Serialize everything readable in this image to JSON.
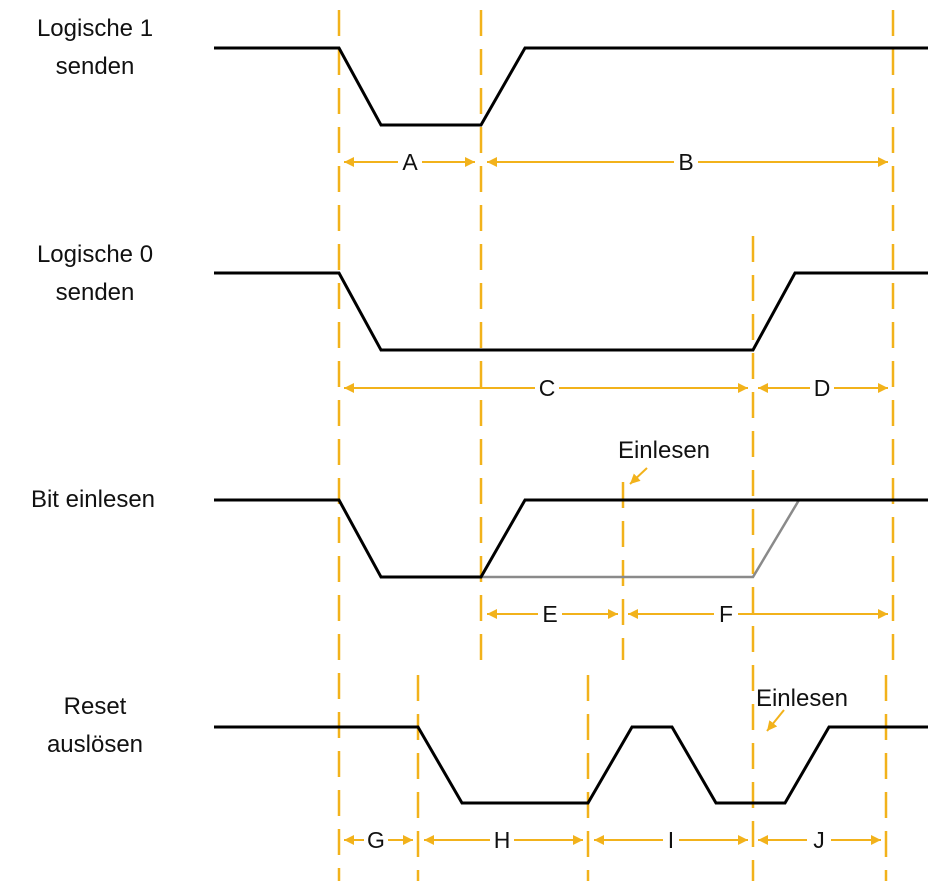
{
  "colors": {
    "signal": "#000000",
    "alt_signal": "#8a8a8a",
    "marker": "#f2b21b"
  },
  "rows": [
    {
      "line1": "Logische 1",
      "line2": "senden"
    },
    {
      "line1": "Logische 0",
      "line2": "senden"
    },
    {
      "line1": "Bit einlesen",
      "line2": ""
    },
    {
      "line1": "Reset",
      "line2": "auslösen"
    }
  ],
  "segments": {
    "A": "A",
    "B": "B",
    "C": "C",
    "D": "D",
    "E": "E",
    "F": "F",
    "G": "G",
    "H": "H",
    "I": "I",
    "J": "J"
  },
  "notes": {
    "read_bit": "Einlesen",
    "read_reset": "Einlesen"
  }
}
